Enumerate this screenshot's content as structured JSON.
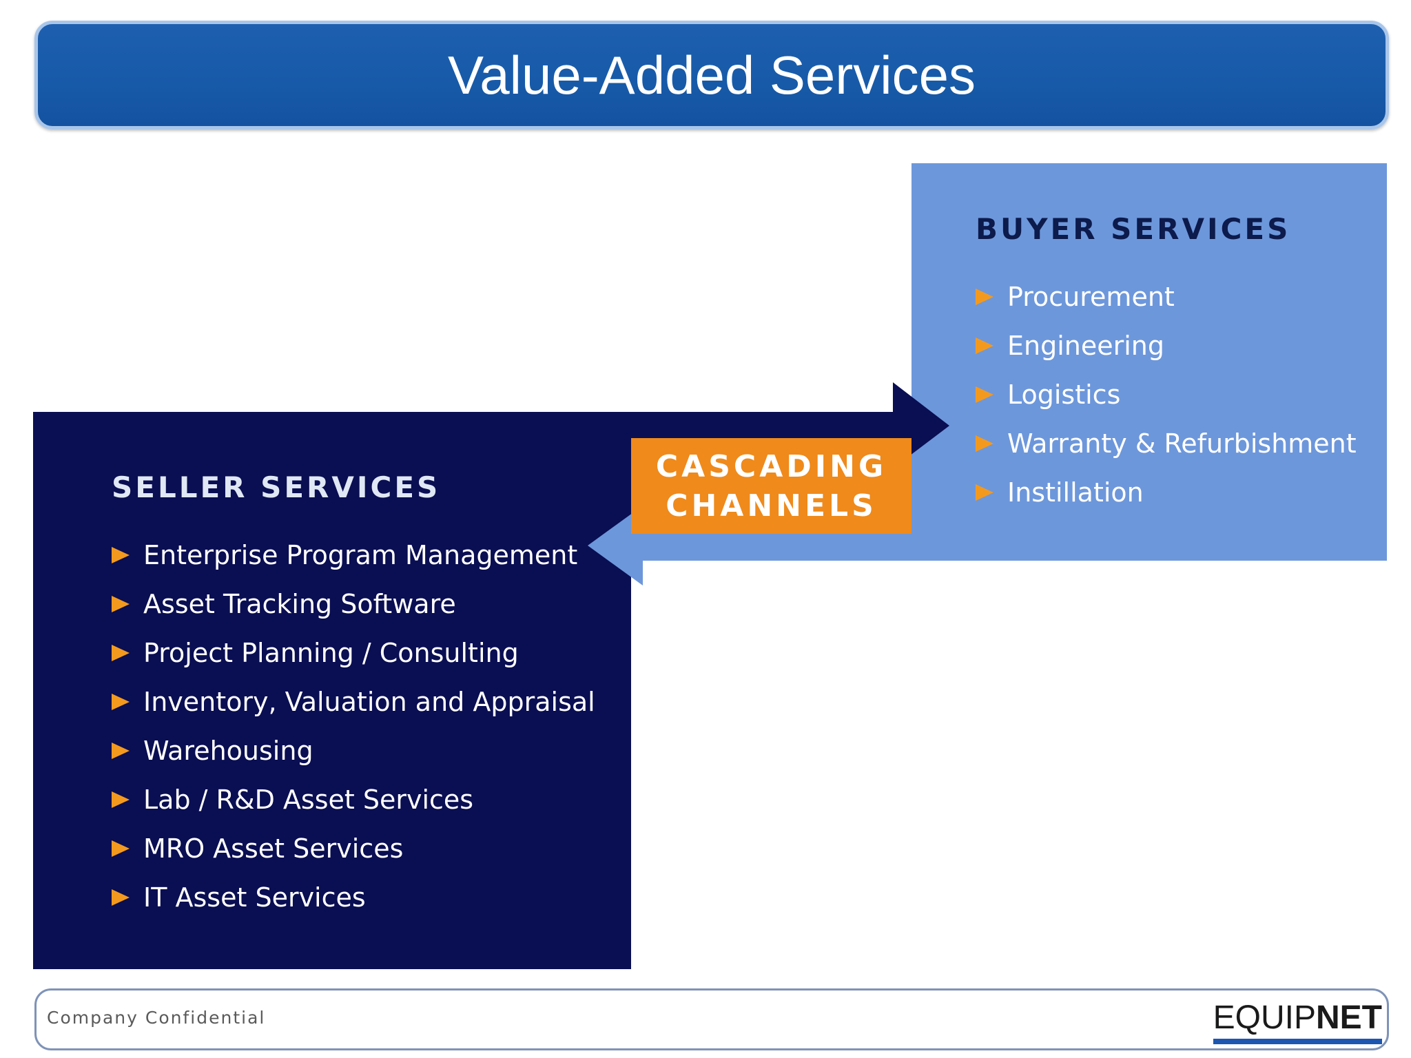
{
  "slide": {
    "title": "Value-Added Services"
  },
  "buyer": {
    "heading": "BUYER SERVICES",
    "items": [
      "Procurement",
      "Engineering",
      "Logistics",
      "Warranty & Refurbishment",
      "Instillation"
    ]
  },
  "seller": {
    "heading": "SELLER SERVICES",
    "items": [
      "Enterprise Program Management",
      "Asset Tracking Software",
      "Project Planning / Consulting",
      "Inventory, Valuation and Appraisal",
      "Warehousing",
      "Lab / R&D Asset Services",
      "MRO Asset Services",
      "IT Asset Services"
    ]
  },
  "cascade": {
    "line1": "CASCADING",
    "line2": "CHANNELS"
  },
  "footer": {
    "confidential": "Company Confidential",
    "logo_light": "EQUIP",
    "logo_bold": "NET"
  },
  "colors": {
    "title_bar": "#175aa8",
    "buyer_box": "#6d97db",
    "seller_box": "#0a0e52",
    "cascade_box": "#ef8a1b",
    "bullet": "#f39a1e",
    "logo_accent": "#1d56b0"
  }
}
